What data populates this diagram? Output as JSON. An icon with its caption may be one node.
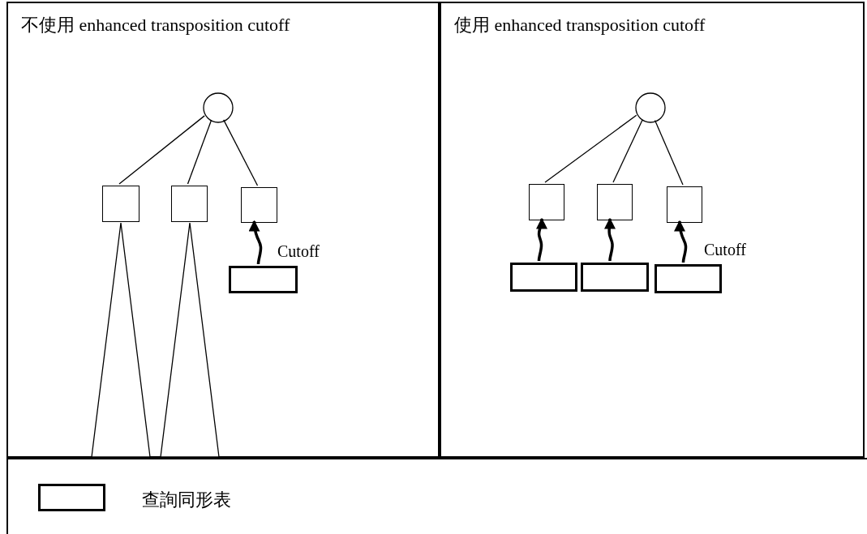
{
  "diagram": {
    "nodes": [
      {
        "text": [
          "不使用 enhanced transposition cutoff"
        ]
      },
      {
        "text": [
          "使用 enhanced transposition cutoff"
        ]
      },
      {
        "text": [],
        "shape": "circle",
        "in": 0
      },
      {
        "text": [],
        "shape": "box",
        "in": 0
      },
      {
        "text": [],
        "shape": "box",
        "in": 0
      },
      {
        "text": [],
        "shape": "box",
        "in": 0
      },
      {
        "text": [],
        "shape": "triangle",
        "in": 0
      },
      {
        "text": [],
        "shape": "triangle",
        "in": 0
      },
      {
        "text": [],
        "shape": "box",
        "in": 0
      },
      {
        "text": [],
        "shape": "circle",
        "in": 1
      },
      {
        "text": [],
        "shape": "box",
        "in": 1
      },
      {
        "text": [],
        "shape": "box",
        "in": 1
      },
      {
        "text": [],
        "shape": "box",
        "in": 1
      },
      {
        "text": [],
        "shape": "box",
        "in": 1
      },
      {
        "text": [],
        "shape": "box",
        "in": 1
      },
      {
        "text": [],
        "shape": "box",
        "in": 1
      }
    ],
    "edges": [
      {
        "from": 2,
        "to": 3,
        "arrow": "none"
      },
      {
        "from": 2,
        "to": 4,
        "arrow": "none"
      },
      {
        "from": 2,
        "to": 5,
        "arrow": "none"
      },
      {
        "from": 8,
        "to": 5,
        "arrow": "to",
        "label": "Cutoff",
        "style": "thick"
      },
      {
        "from": 9,
        "to": 10,
        "arrow": "none"
      },
      {
        "from": 9,
        "to": 11,
        "arrow": "none"
      },
      {
        "from": 9,
        "to": 12,
        "arrow": "none"
      },
      {
        "from": 13,
        "to": 10,
        "arrow": "to",
        "style": "thick"
      },
      {
        "from": 14,
        "to": 11,
        "arrow": "to",
        "style": "thick"
      },
      {
        "from": 15,
        "to": 12,
        "arrow": "to",
        "label": "Cutoff",
        "style": "thick"
      }
    ],
    "legend": [
      {
        "text": "查詢同形表"
      }
    ]
  }
}
